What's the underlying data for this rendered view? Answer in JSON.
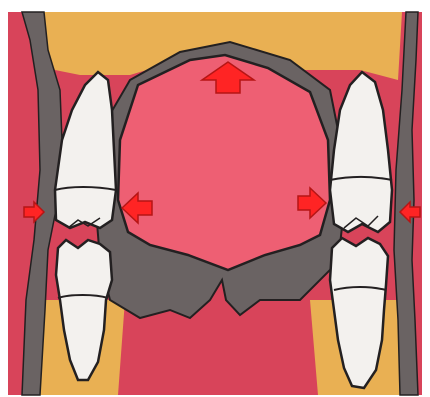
{
  "colors": {
    "background": "#ffffff",
    "gum_red": "#d8445a",
    "bone_yellow": "#e9b053",
    "palate_pink": "#ee5f73",
    "tissue_gray": "#6a6363",
    "tooth_white": "#f3f1ee",
    "outline": "#232021",
    "arrow_red": "#ff2424",
    "arrow_red_dark": "#b61515"
  },
  "arrows": [
    {
      "id": "arrow-up-top-center",
      "direction": "up"
    },
    {
      "id": "arrow-left-inner",
      "direction": "left"
    },
    {
      "id": "arrow-right-inner",
      "direction": "right"
    },
    {
      "id": "arrow-right-outer-left",
      "direction": "right"
    },
    {
      "id": "arrow-left-outer-right",
      "direction": "left"
    }
  ]
}
